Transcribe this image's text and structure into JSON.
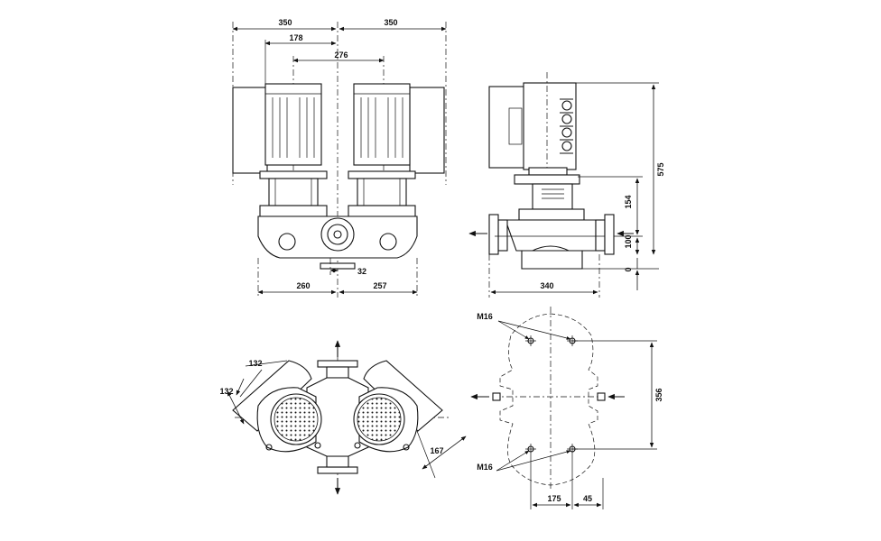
{
  "front_view": {
    "width_left": "350",
    "width_right": "350",
    "motor_offset": "178",
    "motor_spacing": "276",
    "inlet_offset": "32",
    "base_left": "260",
    "base_right": "257"
  },
  "side_view": {
    "width": "340",
    "total_height": "575",
    "coupling_height": "154",
    "port_height": "100",
    "base_level": "0"
  },
  "top_view": {
    "motor_dim_a": "132",
    "motor_dim_b": "132",
    "motor_dim_c": "167"
  },
  "foundation_view": {
    "bolt_label_top": "M16",
    "bolt_label_bottom": "M16",
    "bolt_spacing": "356",
    "offset_a": "175",
    "offset_b": "45"
  }
}
